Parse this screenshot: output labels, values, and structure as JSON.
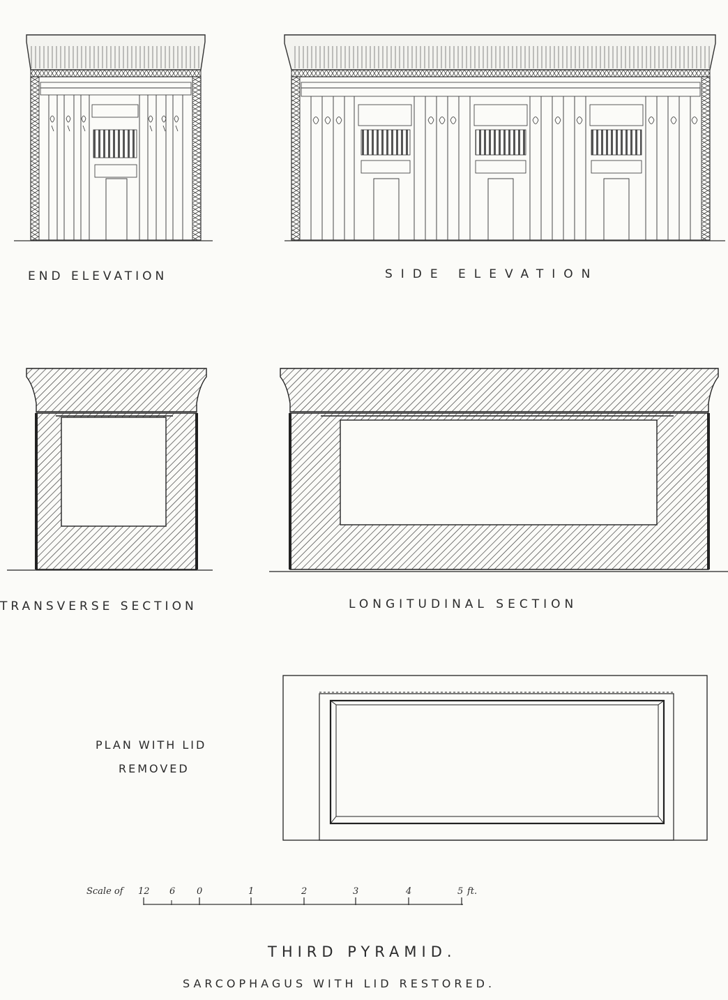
{
  "captions": {
    "end_elevation": "END ELEVATION",
    "side_elevation": "SIDE ELEVATION",
    "transverse_section": "TRANSVERSE SECTION",
    "longitudinal_section": "LONGITUDINAL SECTION",
    "plan_line1": "PLAN WITH LID",
    "plan_line2": "REMOVED"
  },
  "scale": {
    "label": "Scale of",
    "marks": [
      "12",
      "6",
      "0",
      "1",
      "2",
      "3",
      "4",
      "5"
    ],
    "unit": "ft."
  },
  "title": "THIRD PYRAMID.",
  "subtitle": "SARCOPHAGUS WITH LID RESTORED.",
  "colors": {
    "ink": "#2a2a2a",
    "paper": "#fbfbf8"
  }
}
